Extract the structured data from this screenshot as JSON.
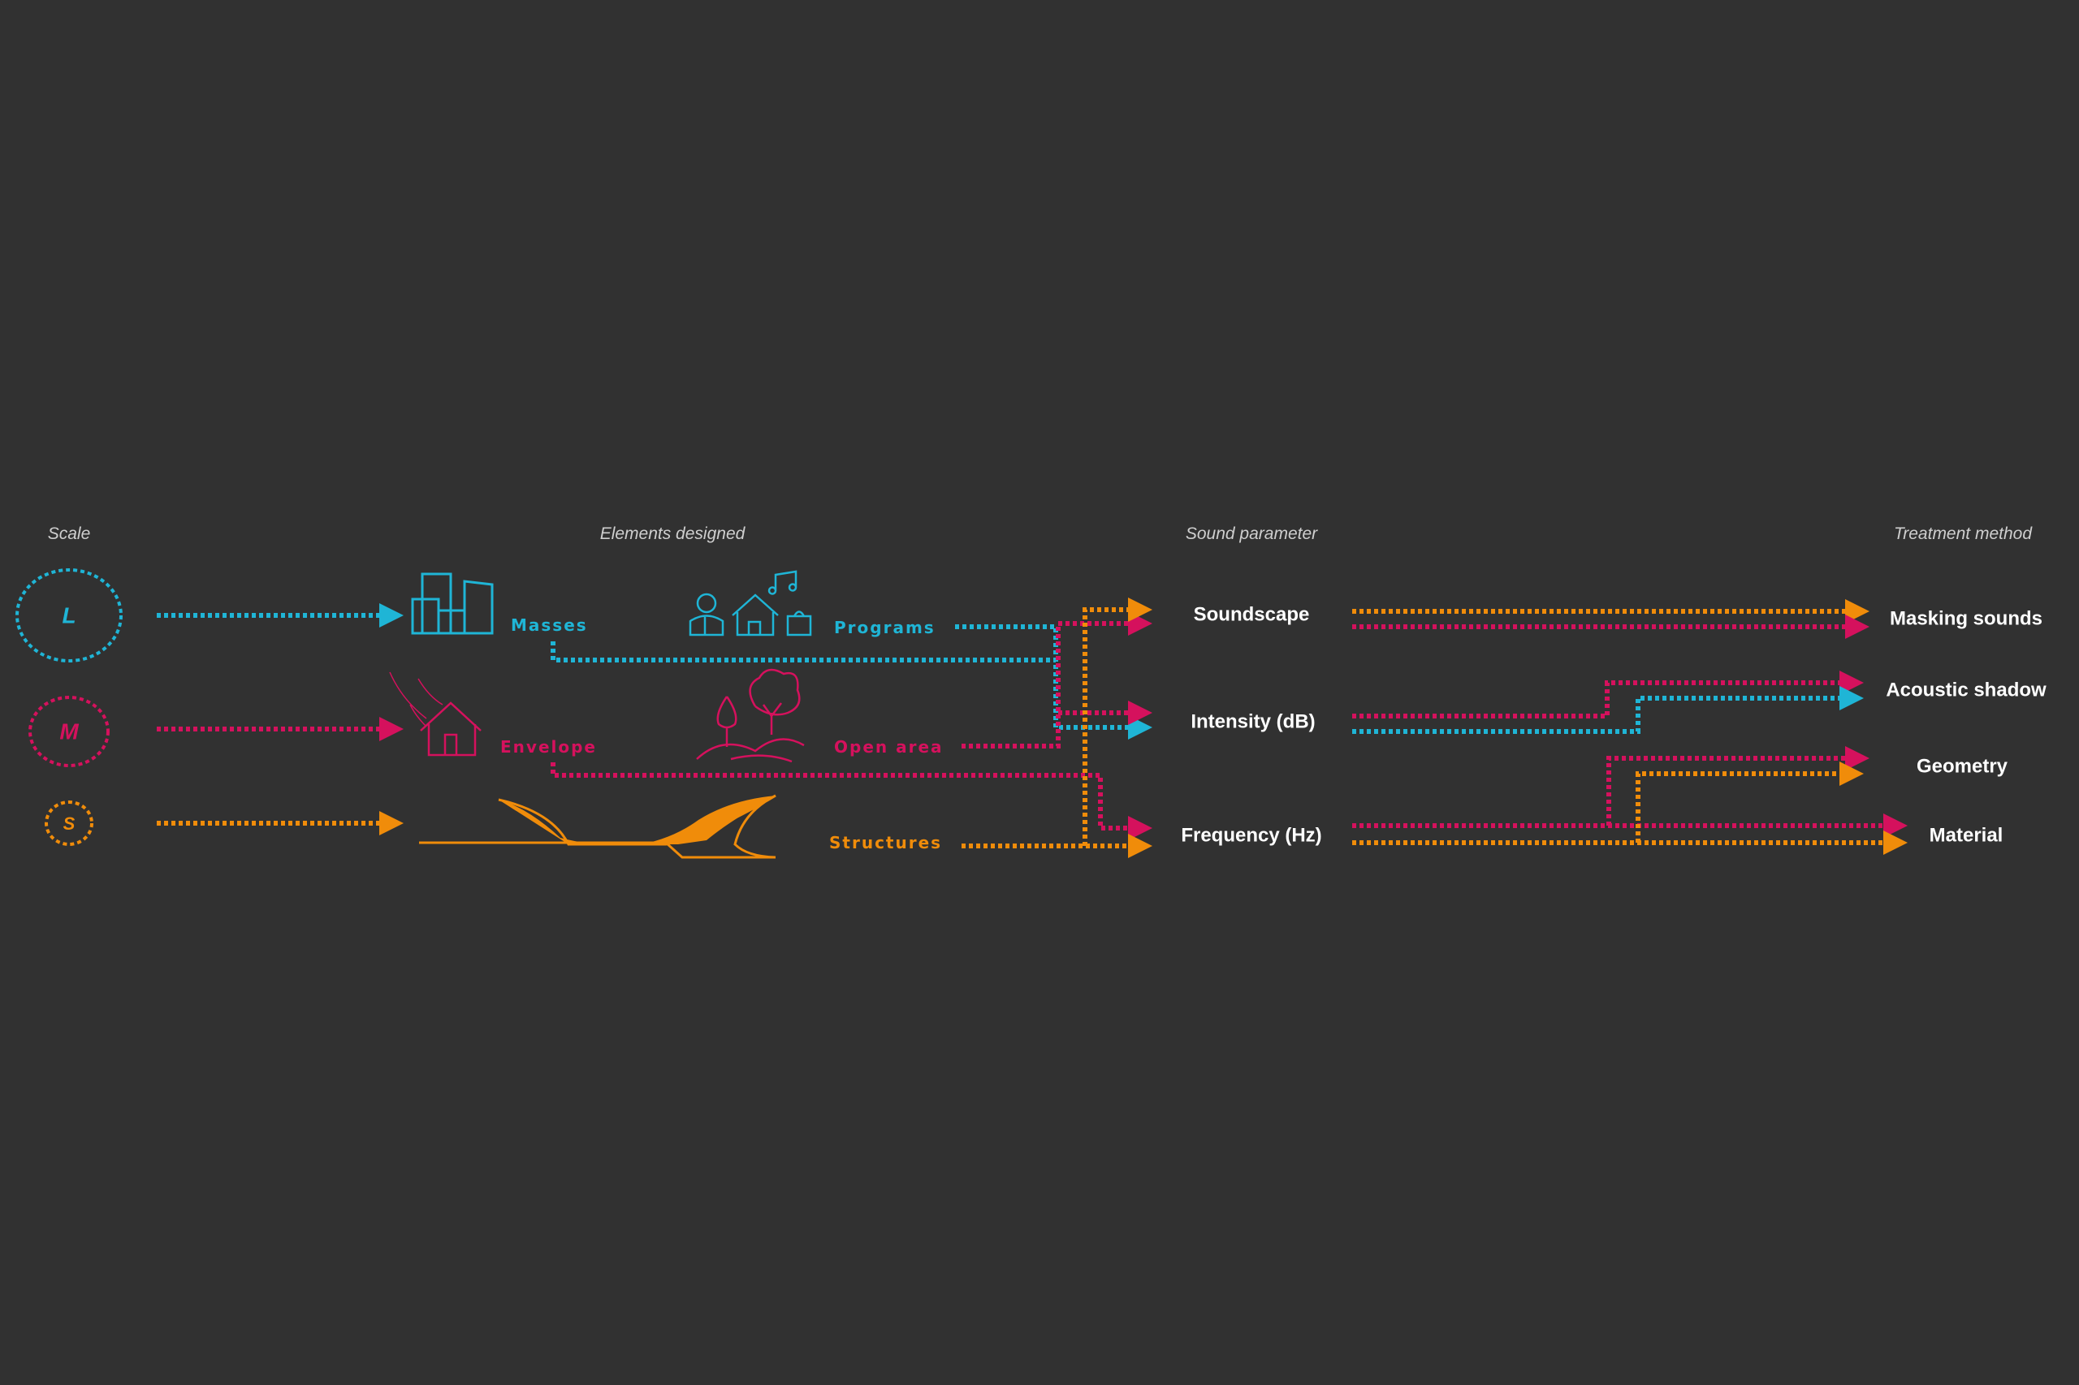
{
  "headers": {
    "scale": "Scale",
    "elements": "Elements designed",
    "sound_parameter": "Sound parameter",
    "treatment_method": "Treatment method"
  },
  "scales": [
    {
      "label": "L",
      "color": "#1fb5d6"
    },
    {
      "label": "M",
      "color": "#d5115d"
    },
    {
      "label": "S",
      "color": "#f08c0a"
    }
  ],
  "elements": {
    "masses": "Masses",
    "programs": "Programs",
    "envelope": "Envelope",
    "open_area": "Open area",
    "structures": "Structures"
  },
  "sound_parameters": {
    "soundscape": "Soundscape",
    "intensity": "Intensity (dB)",
    "frequency": "Frequency (Hz)"
  },
  "treatments": {
    "masking": "Masking sounds",
    "acoustic_shadow": "Acoustic shadow",
    "geometry": "Geometry",
    "material": "Material"
  },
  "colors": {
    "background": "#313131",
    "large": "#1fb5d6",
    "medium": "#d5115d",
    "small": "#f08c0a"
  }
}
